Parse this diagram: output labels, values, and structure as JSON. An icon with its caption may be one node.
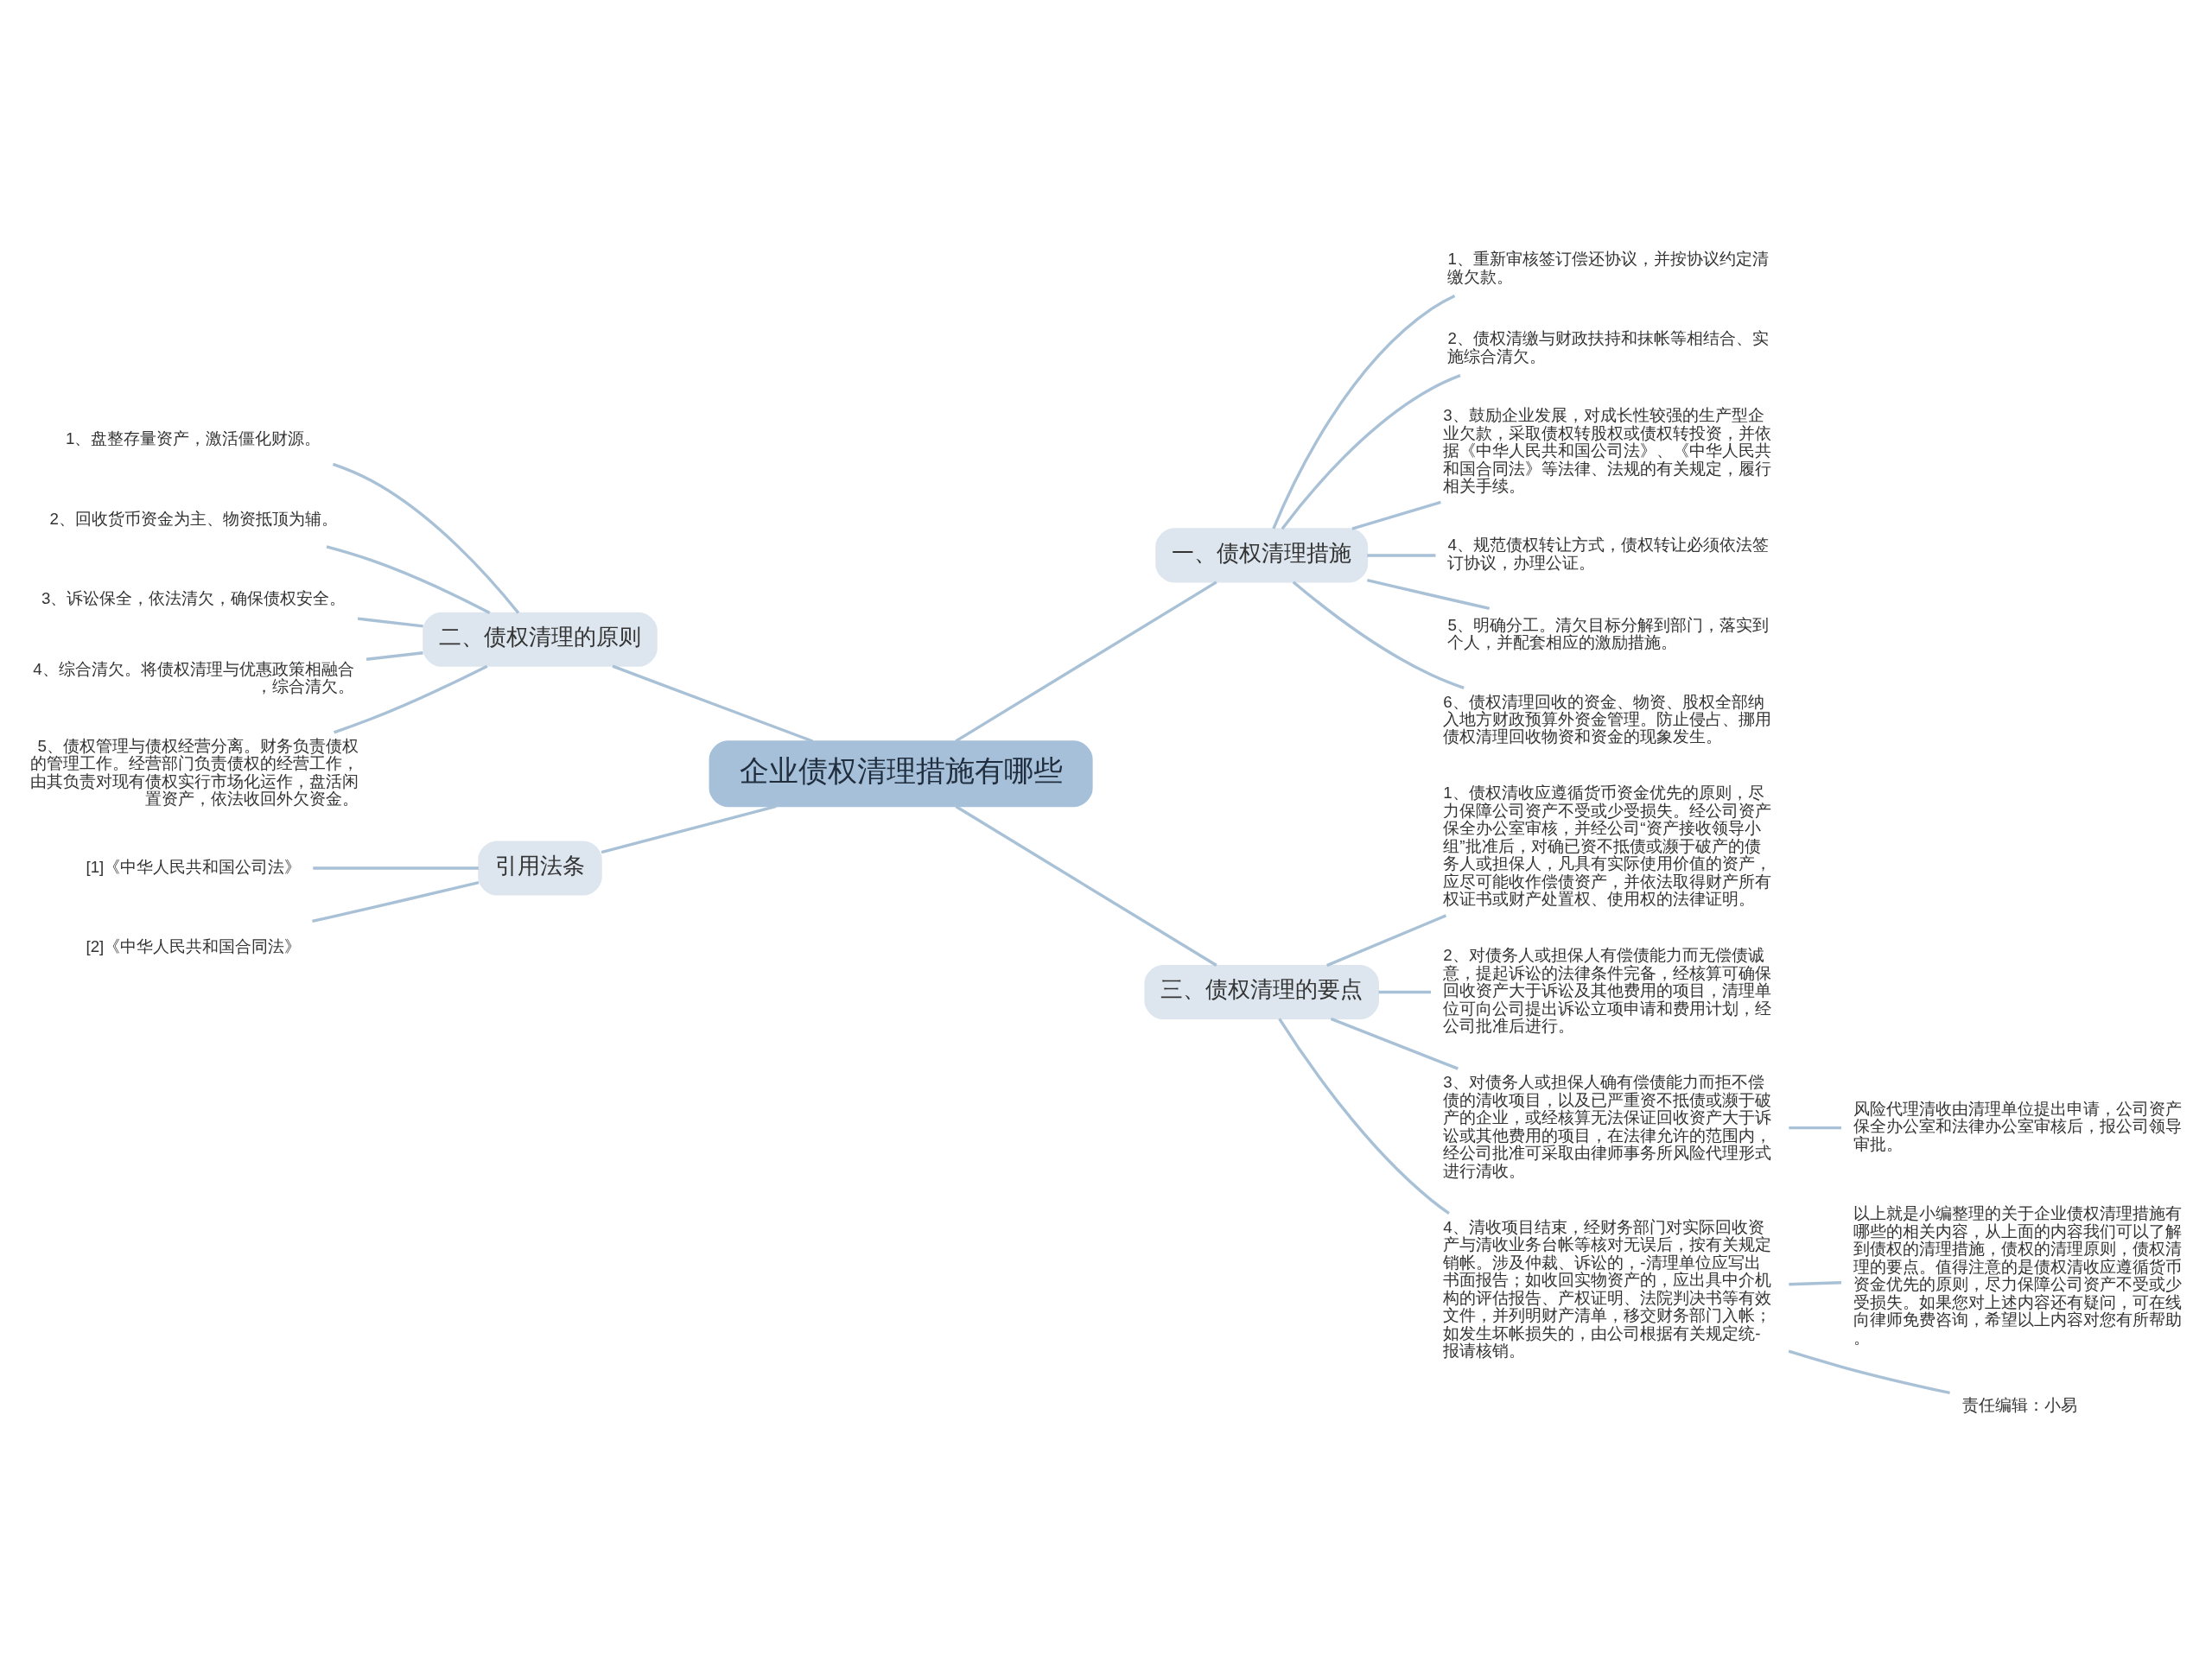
{
  "diagram": {
    "nodes": [
      {
        "text": [
          "企业债权清理措施有哪些"
        ]
      },
      {
        "text": [
          "一、债权清理措施"
        ]
      },
      {
        "text": [
          "1、重新审核签订偿还协议，并按协议约定清缴欠款。"
        ]
      },
      {
        "text": [
          "2、债权清缴与财政扶持和抹帐等相结合、实施综合清欠。"
        ]
      },
      {
        "text": [
          "3、鼓励企业发展，对成长性较强的生产型企业欠款，采取债权转股权或债权转投资，并依据《中华人民共和国公司法》、《中华人民共和国合同法》等法律、法规的有关规定，履行相关手续。"
        ]
      },
      {
        "text": [
          "4、规范债权转让方式，债权转让必须依法签订协议，办理公证。"
        ]
      },
      {
        "text": [
          "5、明确分工。清欠目标分解到部门，落实到个人，并配套相应的激励措施。"
        ]
      },
      {
        "text": [
          "6、债权清理回收的资金、物资、股权全部纳入地方财政预算外资金管理。防止侵占、挪用债权清理回收物资和资金的现象发生。"
        ]
      },
      {
        "text": [
          "二、债权清理的原则"
        ]
      },
      {
        "text": [
          "1、盘整存量资产，激活僵化财源。"
        ]
      },
      {
        "text": [
          "2、回收货币资金为主、物资抵顶为辅。"
        ]
      },
      {
        "text": [
          "3、诉讼保全，依法清欠，确保债权安全。"
        ]
      },
      {
        "text": [
          "4、综合清欠。将债权清理与优惠政策相融合，综合清欠。"
        ]
      },
      {
        "text": [
          "5、债权管理与债权经营分离。财务负责债权的管理工作。经营部门负责债权的经营工作，由其负责对现有债权实行市场化运作，盘活闲置资产，依法收回外欠资金。"
        ]
      },
      {
        "text": [
          "引用法条"
        ]
      },
      {
        "text": [
          "[1]《中华人民共和国公司法》"
        ]
      },
      {
        "text": [
          "[2]《中华人民共和国合同法》"
        ]
      },
      {
        "text": [
          "三、债权清理的要点"
        ]
      },
      {
        "text": [
          "1、债权清收应遵循货币资金优先的原则，尽力保障公司资产不受或少受损失。经公司资产保全办公室审核，并经公司“资产接收领导小组”批准后，对确已资不抵债或濒于破产的债务人或担保人，凡具有实际使用价值的资产，应尽可能收作偿债资产，并依法取得财产所有权证书或财产处置权、使用权的法律证明。"
        ]
      },
      {
        "text": [
          "2、对债务人或担保人有偿债能力而无偿债诚意，提起诉讼的法律条件完备，经核算可确保回收资产大于诉讼及其他费用的项目，清理单位可向公司提出诉讼立项申请和费用计划，经公司批准后进行。"
        ]
      },
      {
        "text": [
          "3、对债务人或担保人确有偿债能力而拒不偿债的清收项目，以及已严重资不抵债或濒于破产的企业，或经核算无法保证回收资产大于诉讼或其他费用的项目，在法律允许的范围内，经公司批准可采取由律师事务所风险代理形式进行清收。"
        ]
      },
      {
        "text": [
          "4、清收项目结束，经财务部门对实际回收资产与清收业务台帐等核对无误后，按有关规定销帐。涉及仲裁、诉讼的，-清理单位应写出书面报告；如收回实物资产的，应出具中介机构的评估报告、产权证明、法院判决书等有效文件，并列明财产清单，移交财务部门入帐；如发生坏帐损失的，由公司根据有关规定统-报请核销。"
        ]
      },
      {
        "text": [
          "风险代理清收由清理单位提出申请，公司资产保全办公室和法律办公室审核后，报公司领导审批。"
        ]
      },
      {
        "text": [
          "以上就是小编整理的关于企业债权清理措施有哪些的相关内容，从上面的内容我们可以了解到债权的清理措施，债权的清理原则，债权清理的要点。值得注意的是债权清收应遵循货币资金优先的原则，尽力保障公司资产不受或少受损失。如果您对上述内容还有疑问，可在线向律师免费咨询，希望以上内容对您有所帮助。"
        ]
      },
      {
        "text": [
          "责任编辑：小易"
        ]
      }
    ],
    "edges": [
      {
        "from": 0,
        "to": 1,
        "arrow": "none"
      },
      {
        "from": 1,
        "to": 2,
        "arrow": "none"
      },
      {
        "from": 1,
        "to": 3,
        "arrow": "none"
      },
      {
        "from": 1,
        "to": 4,
        "arrow": "none"
      },
      {
        "from": 1,
        "to": 5,
        "arrow": "none"
      },
      {
        "from": 1,
        "to": 6,
        "arrow": "none"
      },
      {
        "from": 1,
        "to": 7,
        "arrow": "none"
      },
      {
        "from": 0,
        "to": 8,
        "arrow": "none"
      },
      {
        "from": 8,
        "to": 9,
        "arrow": "none"
      },
      {
        "from": 8,
        "to": 10,
        "arrow": "none"
      },
      {
        "from": 8,
        "to": 11,
        "arrow": "none"
      },
      {
        "from": 8,
        "to": 12,
        "arrow": "none"
      },
      {
        "from": 8,
        "to": 13,
        "arrow": "none"
      },
      {
        "from": 0,
        "to": 14,
        "arrow": "none"
      },
      {
        "from": 14,
        "to": 15,
        "arrow": "none"
      },
      {
        "from": 14,
        "to": 16,
        "arrow": "none"
      },
      {
        "from": 0,
        "to": 17,
        "arrow": "none"
      },
      {
        "from": 17,
        "to": 18,
        "arrow": "none"
      },
      {
        "from": 17,
        "to": 19,
        "arrow": "none"
      },
      {
        "from": 17,
        "to": 20,
        "arrow": "none"
      },
      {
        "from": 17,
        "to": 21,
        "arrow": "none"
      },
      {
        "from": 20,
        "to": 22,
        "arrow": "none"
      },
      {
        "from": 21,
        "to": 23,
        "arrow": "none"
      },
      {
        "from": 21,
        "to": 24,
        "arrow": "none"
      }
    ]
  }
}
